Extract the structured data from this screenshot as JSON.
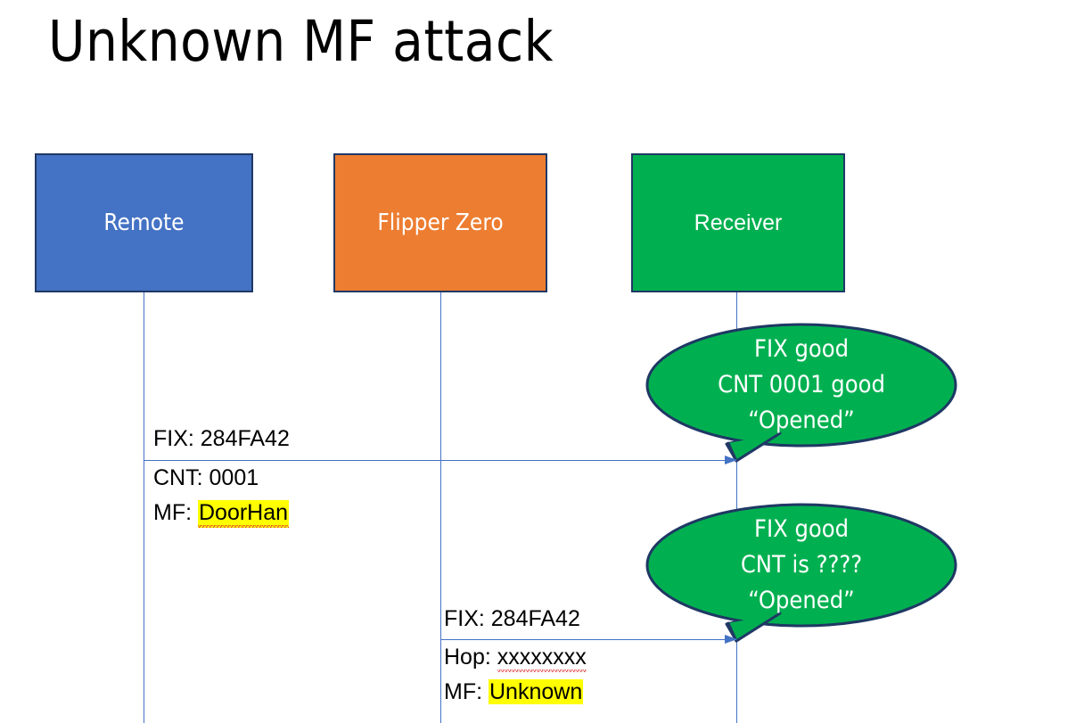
{
  "slide": {
    "title": "Unknown MF attack",
    "background_color": "#FFFFFF"
  },
  "colors": {
    "remote_blue": "#4472C4",
    "flipper_orange": "#ED7D31",
    "receiver_green": "#00B050",
    "box_border_navy": "#1F3864",
    "arrow_blue": "#4472C4",
    "highlight_yellow": "#FFFF00",
    "spellcheck_red": "#E03030",
    "text_black": "#000000",
    "text_white": "#FFFFFF"
  },
  "actors": [
    {
      "id": "remote",
      "label": "Remote",
      "fill": "#4472C4"
    },
    {
      "id": "flipper",
      "label": "Flipper Zero",
      "fill": "#ED7D31"
    },
    {
      "id": "receiver",
      "label": "Receiver",
      "fill": "#00B050"
    }
  ],
  "messages": [
    {
      "id": "remote-to-receiver",
      "from": "Remote",
      "to": "Receiver",
      "label_above": "FIX: 284FA42",
      "label_below_line1_key": "CNT:",
      "label_below_line1_value": "0001",
      "label_below_line2_key": "MF:",
      "label_below_line2_value": "DoorHan",
      "value_highlighted": true,
      "value_spellchecked": true
    },
    {
      "id": "flipper-to-receiver",
      "from": "Flipper Zero",
      "to": "Receiver",
      "label_above": "FIX: 284FA42",
      "label_below_line1_key": "Hop:",
      "label_below_line1_value": "xxxxxxxx",
      "label_below_line2_key": "MF:",
      "label_below_line2_value": "Unknown",
      "value_highlighted": true,
      "value_spellchecked": false
    }
  ],
  "callouts": [
    {
      "id": "callout-genuine",
      "attached_to": "Receiver",
      "line1": "FIX good",
      "line2": "CNT 0001 good",
      "line3": "“Opened”",
      "fill": "#00B050"
    },
    {
      "id": "callout-unknown",
      "attached_to": "Receiver",
      "line1": "FIX good",
      "line2": "CNT is ????",
      "line3": "“Opened”",
      "fill": "#00B050"
    }
  ]
}
